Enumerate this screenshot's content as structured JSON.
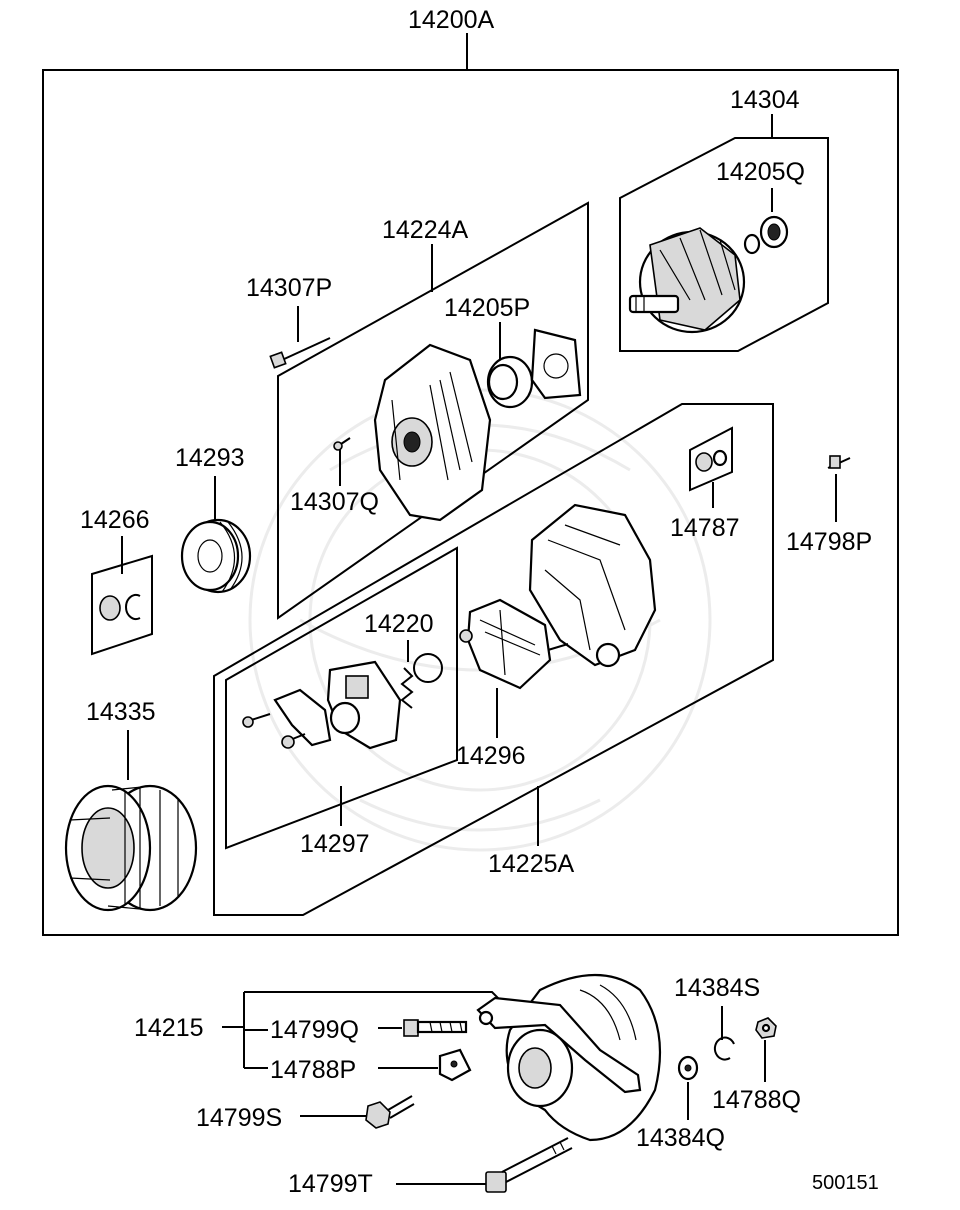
{
  "labels": {
    "assembly": "14200A",
    "rotor_assy": "14304",
    "rotor_bearing": "14205Q",
    "front_bracket": "14224A",
    "bracket_bolt": "14307P",
    "front_bearing": "14205P",
    "screw_small": "14307Q",
    "pulley": "14293",
    "pulley_nut": "14266",
    "cover_kit": "14787",
    "terminal_bolt": "14798P",
    "brush_holder": "14220",
    "regulator": "14296",
    "rear_bracket": "14225A",
    "regulator_assy": "14297",
    "stator": "14335",
    "mount_group": "14215",
    "mount_bolt_q": "14799Q",
    "nut_p": "14788P",
    "mount_bolt_s": "14799S",
    "mount_bolt_t": "14799T",
    "washer_s": "14384S",
    "nut_q": "14788Q",
    "washer_q": "14384Q",
    "diagram_number": "500151"
  }
}
